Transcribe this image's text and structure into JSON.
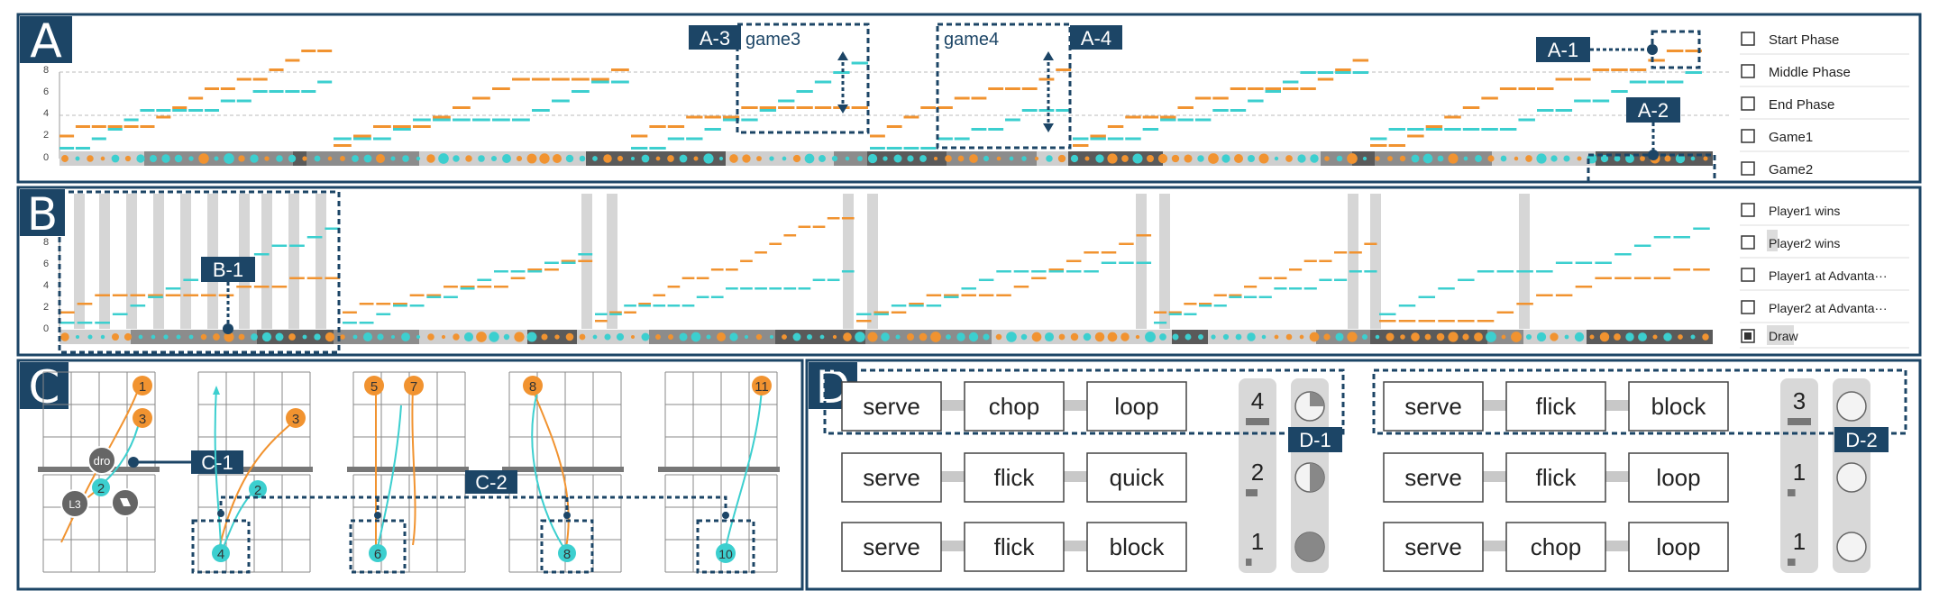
{
  "colors": {
    "frame": "#1c4566",
    "orange": "#f19330",
    "teal": "#3ccfcf",
    "strip_gray": "#a8a8a8",
    "strip_dark": "#5a5a5a",
    "bar_gray": "#d6d6d6",
    "grid": "#c8c8c8",
    "green": "#8fa66a"
  },
  "panelA": {
    "letter": "A",
    "y_ticks": [
      "0",
      "2",
      "4",
      "6",
      "8"
    ],
    "legend": [
      "Start Phase",
      "Middle Phase",
      "End Phase",
      "Game1",
      "Game2"
    ],
    "labels": {
      "a1": "A-1",
      "a2": "A-2",
      "a3": "A-3",
      "a4": "A-4",
      "game3": "game3",
      "game4": "game4"
    }
  },
  "panelB": {
    "letter": "B",
    "y_ticks": [
      "0",
      "2",
      "4",
      "6",
      "8"
    ],
    "legend": [
      "Player1 wins",
      "Player2 wins",
      "Player1 at Advanta···",
      "Player2 at Advanta···",
      "Draw"
    ],
    "labels": {
      "b1": "B-1"
    }
  },
  "panelC": {
    "letter": "C",
    "labels": {
      "c1": "C-1",
      "c2": "C-2"
    },
    "grid1": {
      "n1": "1",
      "n3": "3",
      "n2": "2",
      "dro": "dro",
      "l3": "L3"
    },
    "grid2": {
      "n3": "3",
      "n2": "2",
      "n4": "4"
    },
    "grid3": {
      "n5": "5",
      "n7": "7",
      "n6": "6"
    },
    "grid4": {
      "n8": "8",
      "n8b": "8"
    },
    "grid5": {
      "n11": "11",
      "n10": "10"
    }
  },
  "panelD": {
    "letter": "D",
    "labels": {
      "d1": "D-1",
      "d2": "D-2"
    },
    "left_rows": [
      [
        "serve",
        "chop",
        "loop"
      ],
      [
        "serve",
        "flick",
        "quick"
      ],
      [
        "serve",
        "flick",
        "block"
      ]
    ],
    "left_counts": [
      "4",
      "2",
      "1"
    ],
    "left_count_fraction": [
      1.0,
      0.5,
      0.25
    ],
    "left_pies": [
      0.25,
      0.5,
      1.0
    ],
    "right_rows": [
      [
        "serve",
        "flick",
        "block"
      ],
      [
        "serve",
        "flick",
        "loop"
      ],
      [
        "serve",
        "chop",
        "loop"
      ]
    ],
    "right_counts": [
      "3",
      "1",
      "1"
    ],
    "right_count_fraction": [
      1.0,
      0.33,
      0.33
    ],
    "right_pies": [
      0,
      0,
      0
    ]
  }
}
